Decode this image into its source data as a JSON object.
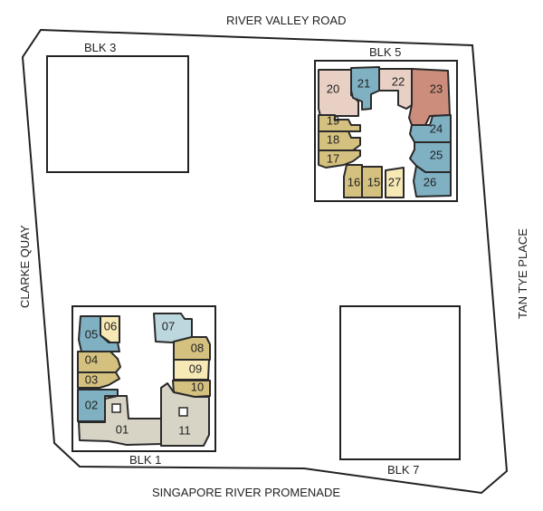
{
  "roads": {
    "north": "RIVER VALLEY ROAD",
    "south": "SINGAPORE RIVER PROMENADE",
    "west": "CLARKE QUAY",
    "east": "TAN TYE PLACE"
  },
  "blocks": {
    "blk3": "BLK 3",
    "blk5": "BLK 5",
    "blk1": "BLK 1",
    "blk7": "BLK 7"
  },
  "colors": {
    "tan": "#d5c17f",
    "blue": "#7fb1c3",
    "pink": "#e9d0c5",
    "salmon": "#cd8d7c",
    "cream": "#f6e9b6",
    "grey": "#d7d3c5",
    "lightblue": "#bdd7de"
  },
  "units": [
    {
      "id": "20",
      "color": "pink"
    },
    {
      "id": "21",
      "color": "blue"
    },
    {
      "id": "22",
      "color": "pink"
    },
    {
      "id": "23",
      "color": "salmon"
    },
    {
      "id": "19",
      "color": "tan"
    },
    {
      "id": "18",
      "color": "tan"
    },
    {
      "id": "17",
      "color": "tan"
    },
    {
      "id": "16",
      "color": "tan"
    },
    {
      "id": "15",
      "color": "tan"
    },
    {
      "id": "27",
      "color": "cream"
    },
    {
      "id": "24",
      "color": "blue"
    },
    {
      "id": "25",
      "color": "blue"
    },
    {
      "id": "26",
      "color": "blue"
    },
    {
      "id": "05",
      "color": "blue"
    },
    {
      "id": "06",
      "color": "cream"
    },
    {
      "id": "04",
      "color": "tan"
    },
    {
      "id": "03",
      "color": "tan"
    },
    {
      "id": "02",
      "color": "blue"
    },
    {
      "id": "01",
      "color": "grey"
    },
    {
      "id": "07",
      "color": "lightblue"
    },
    {
      "id": "08",
      "color": "tan"
    },
    {
      "id": "09",
      "color": "cream"
    },
    {
      "id": "10",
      "color": "tan"
    },
    {
      "id": "11",
      "color": "grey"
    }
  ]
}
